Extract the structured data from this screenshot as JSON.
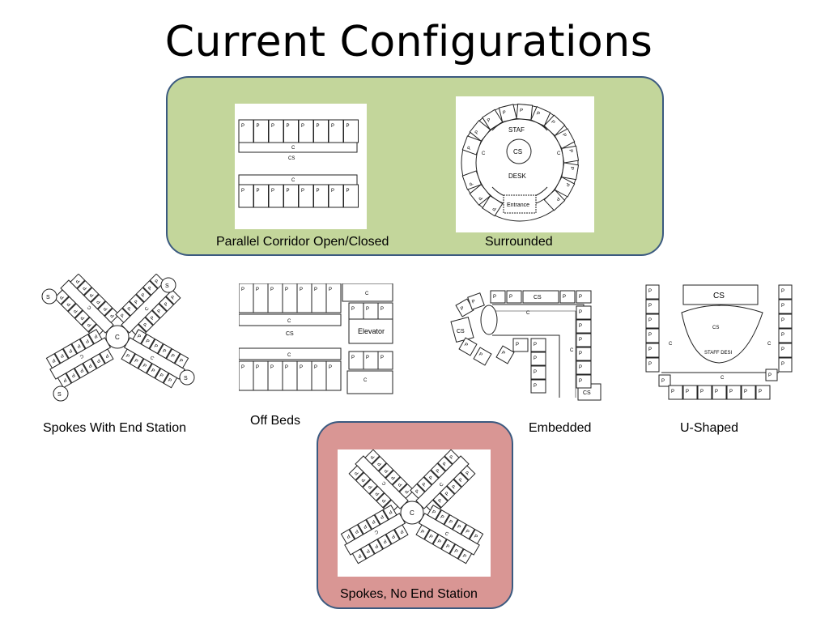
{
  "title": "Current Configurations",
  "captions": {
    "parallel": "Parallel Corridor Open/Closed",
    "surrounded": "Surrounded",
    "spokes_end": "Spokes With End Station",
    "off_beds": "Off Beds",
    "embedded": "Embedded",
    "u_shaped": "U-Shaped",
    "spokes_no_end": "Spokes, No End Station"
  },
  "labels": {
    "patient": "P",
    "corridor": "C",
    "central_station": "CS",
    "end_station": "S",
    "staff": "STAF",
    "desk": "DESK",
    "entrance": "Entrance",
    "elevator": "Elevator",
    "staff_desk": "STAFF DESI"
  },
  "colors": {
    "highlight_green": "#c3d69b",
    "highlight_red": "#d99694",
    "border_blue": "#3b5a80"
  }
}
